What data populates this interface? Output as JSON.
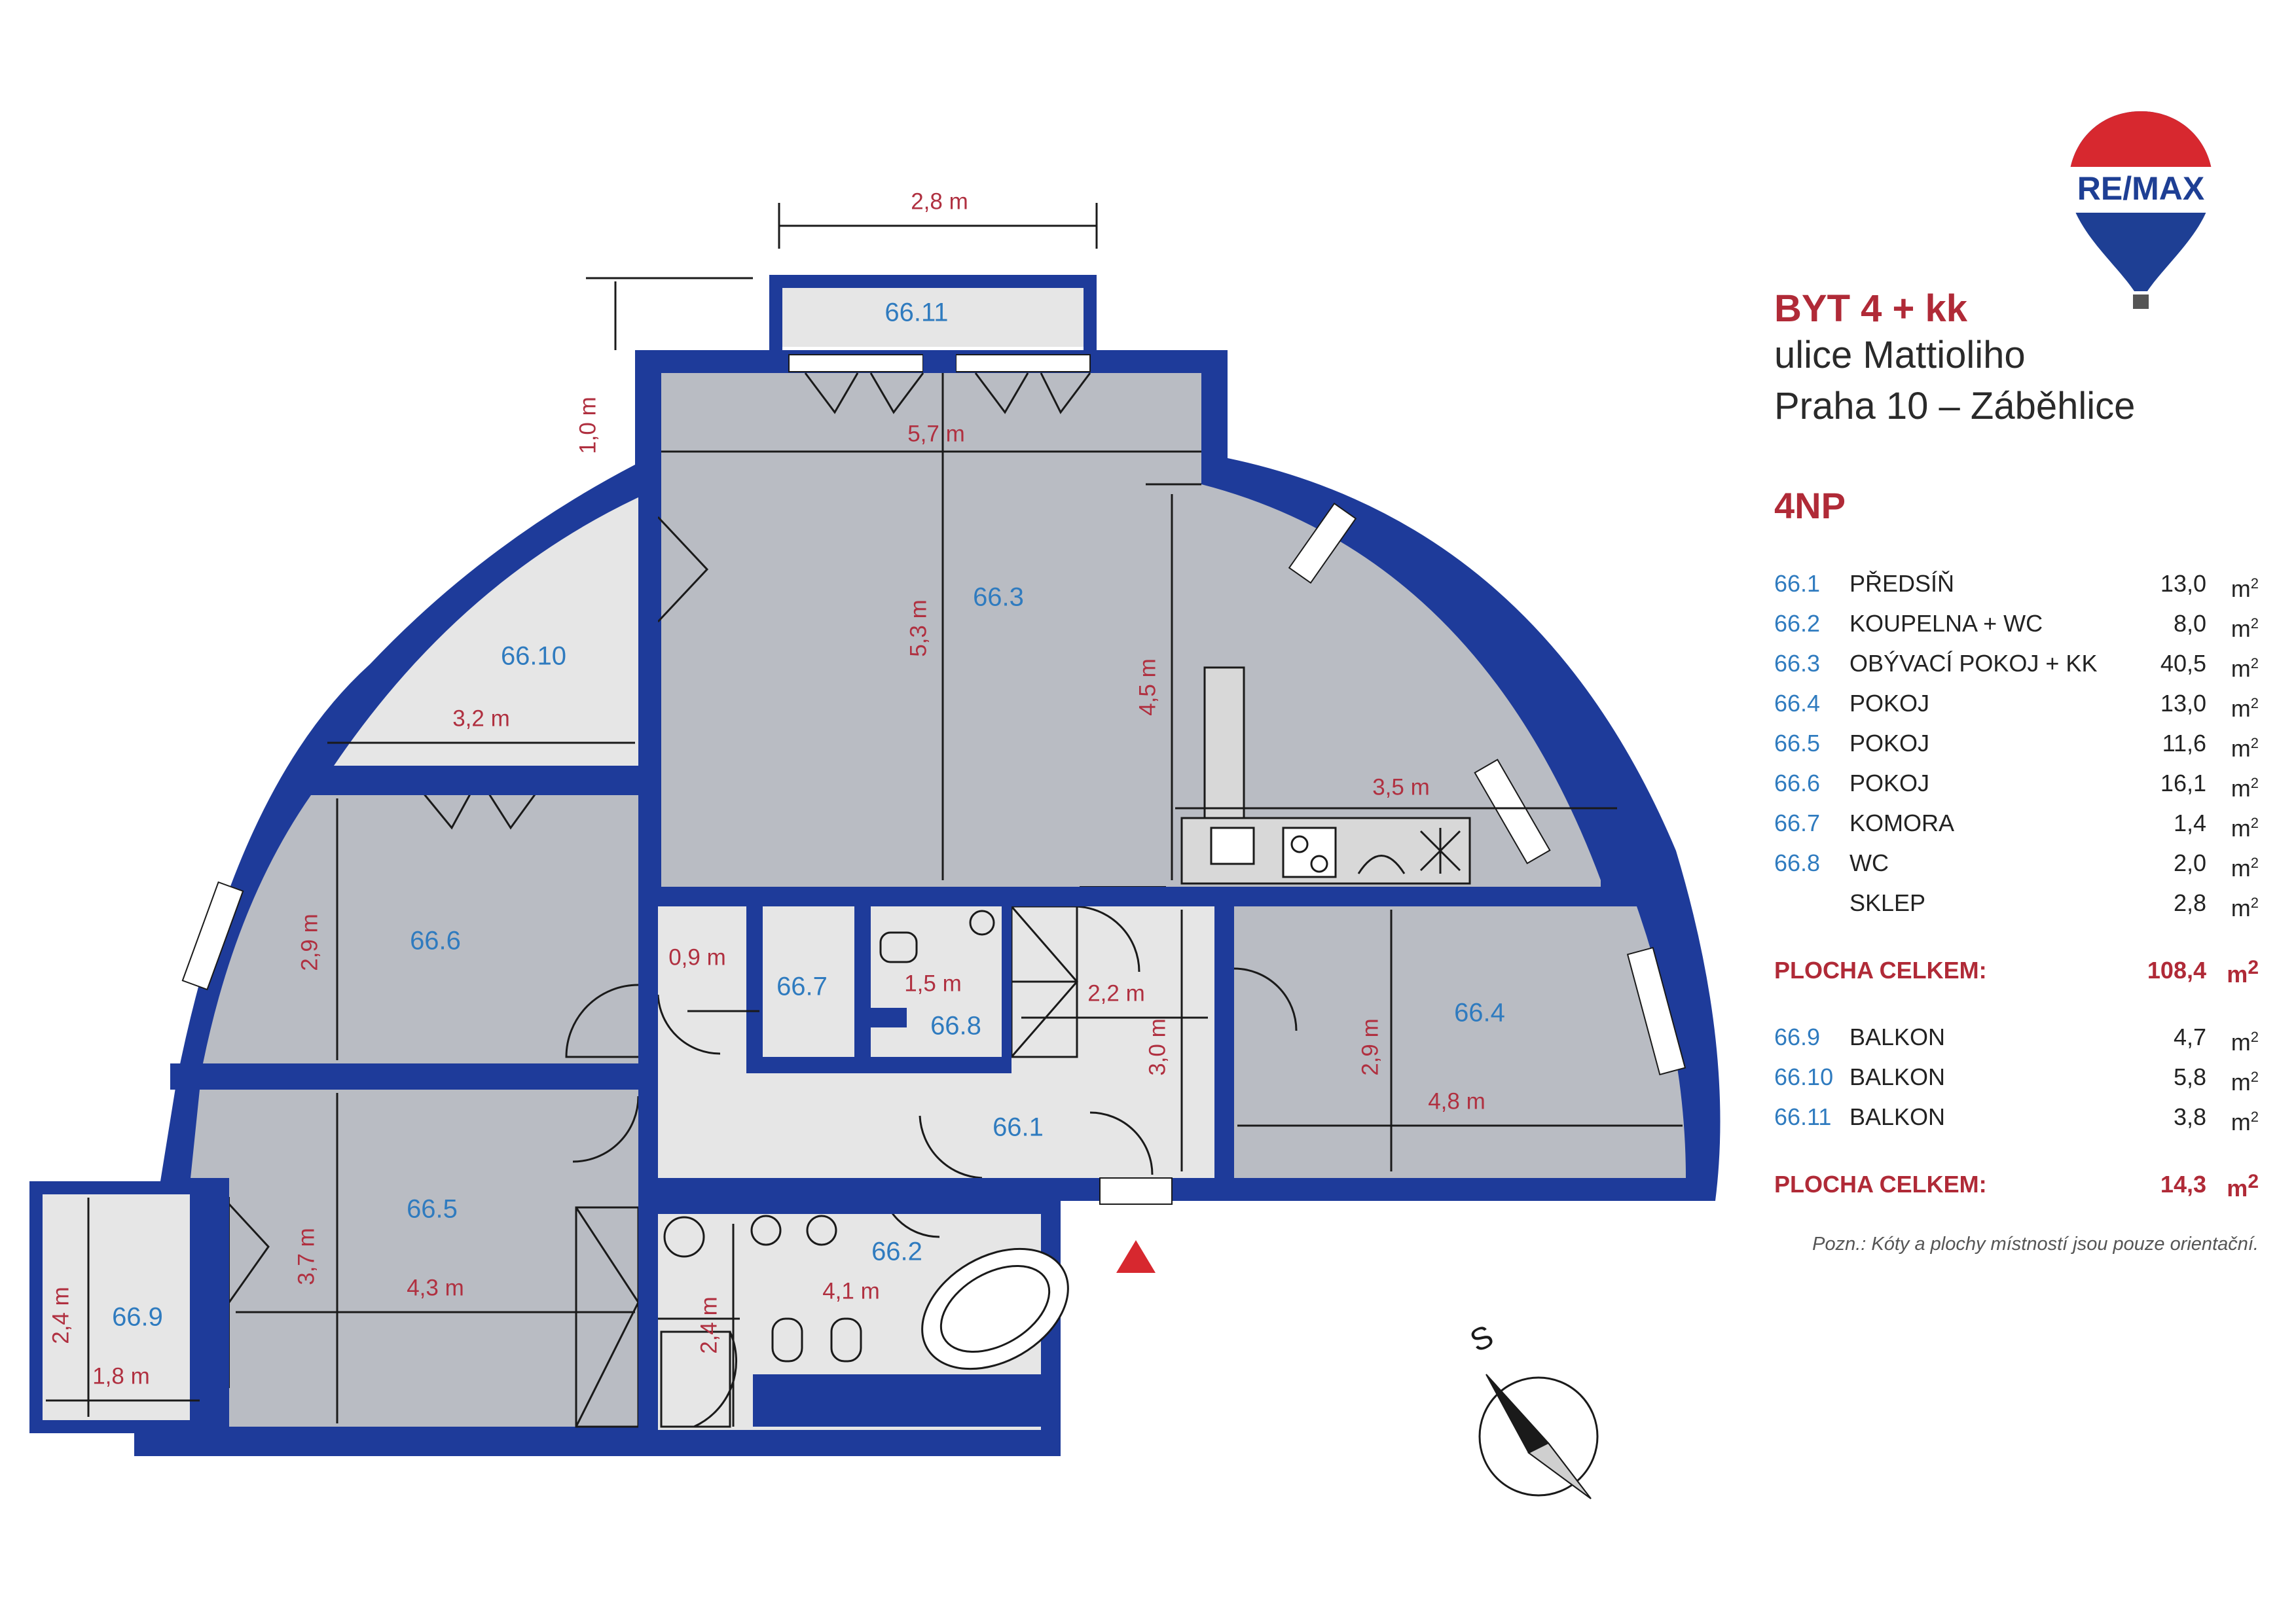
{
  "brand": {
    "logo_text": "RE/MAX",
    "red": "#d7282f",
    "blue": "#1e3f94"
  },
  "header": {
    "title": "BYT  4 + kk",
    "street": "ulice Mattioliho",
    "city": "Praha 10 – Záběhlice",
    "floor": "4NP"
  },
  "rooms_table": [
    {
      "id": "66.1",
      "name": "PŘEDSÍŇ",
      "area": "13,0",
      "unit": "m"
    },
    {
      "id": "66.2",
      "name": "KOUPELNA + WC",
      "area": "8,0",
      "unit": "m"
    },
    {
      "id": "66.3",
      "name": "OBÝVACÍ POKOJ + KK",
      "area": "40,5",
      "unit": "m"
    },
    {
      "id": "66.4",
      "name": "POKOJ",
      "area": "13,0",
      "unit": "m"
    },
    {
      "id": "66.5",
      "name": "POKOJ",
      "area": "11,6",
      "unit": "m"
    },
    {
      "id": "66.6",
      "name": "POKOJ",
      "area": "16,1",
      "unit": "m"
    },
    {
      "id": "66.7",
      "name": "KOMORA",
      "area": "1,4",
      "unit": "m"
    },
    {
      "id": "66.8",
      "name": "WC",
      "area": "2,0",
      "unit": "m"
    },
    {
      "id": "",
      "name": "SKLEP",
      "area": "2,8",
      "unit": "m"
    }
  ],
  "total_1": {
    "label": "PLOCHA CELKEM:",
    "area": "108,4",
    "unit": "m"
  },
  "balcony_table": [
    {
      "id": "66.9",
      "name": "BALKON",
      "area": "4,7",
      "unit": "m"
    },
    {
      "id": "66.10",
      "name": "BALKON",
      "area": "5,8",
      "unit": "m"
    },
    {
      "id": "66.11",
      "name": "BALKON",
      "area": "3,8",
      "unit": "m"
    }
  ],
  "total_2": {
    "label": "PLOCHA CELKEM:",
    "area": "14,3",
    "unit": "m"
  },
  "note": "Pozn.: Kóty a plochy místností jsou pouze orientační.",
  "plan": {
    "room_labels": {
      "r1": "66.1",
      "r2": "66.2",
      "r3": "66.3",
      "r4": "66.4",
      "r5": "66.5",
      "r6": "66.6",
      "r7": "66.7",
      "r8": "66.8",
      "r9": "66.9",
      "r10": "66.10",
      "r11": "66.11"
    },
    "dimensions": {
      "d_balcony_top": "2,8 m",
      "d_balcony_depth": "1,0 m",
      "d_living_w": "5,7 m",
      "d_living_h": "5,3 m",
      "d_kitchen_h": "4,5 m",
      "d_kitchen_w": "3,5 m",
      "d_r10_w": "3,2 m",
      "d_r6_h": "2,9 m",
      "d_r7_w": "0,9 m",
      "d_r8_w": "1,5 m",
      "d_hall_w": "2,2 m",
      "d_hall_h": "3,0 m",
      "d_r4_h": "2,9 m",
      "d_r4_w": "4,8 m",
      "d_r5_h": "3,7 m",
      "d_r5_w": "4,3 m",
      "d_r2_w": "4,1 m",
      "d_r2_h": "2,4 m",
      "d_r9_h": "2,4 m",
      "d_r9_w": "1,8 m"
    },
    "compass_label": "S"
  }
}
